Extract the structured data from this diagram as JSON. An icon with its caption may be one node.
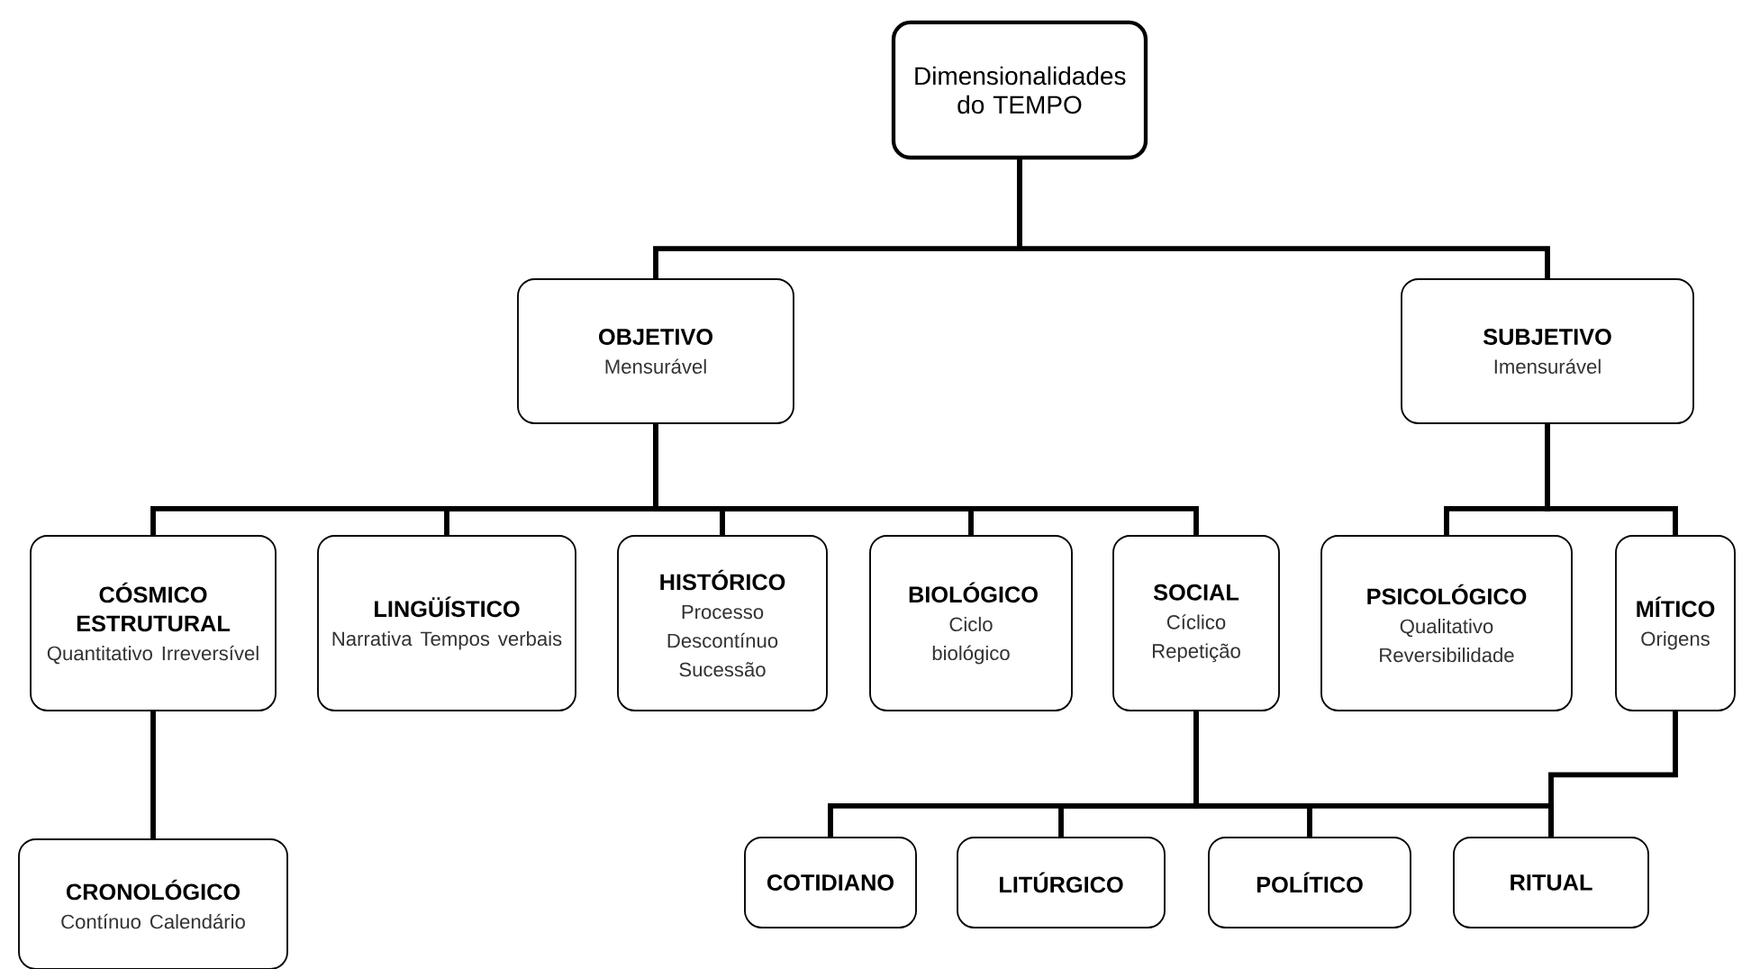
{
  "diagram": {
    "nodes": [
      {
        "text": [
          "Dimensionalidades do TEMPO"
        ]
      },
      {
        "text": [
          "OBJETIVO",
          "Mensurável"
        ]
      },
      {
        "text": [
          "SUBJETIVO",
          "Imensurável"
        ]
      },
      {
        "text": [
          "CÓSMICO ESTRUTURAL",
          "Quantitativo Irreversível"
        ]
      },
      {
        "text": [
          "LINGÜÍSTICO",
          "Narrativa Tempos verbais"
        ]
      },
      {
        "text": [
          "HISTÓRICO",
          "Processo Descontínuo Sucessão"
        ]
      },
      {
        "text": [
          "BIOLÓGICO",
          "Ciclo biológico"
        ]
      },
      {
        "text": [
          "SOCIAL",
          "Cíclico Repetição"
        ]
      },
      {
        "text": [
          "PSICOLÓGICO",
          "Qualitativo Reversibilidade"
        ]
      },
      {
        "text": [
          "MÍTICO",
          "Origens"
        ]
      },
      {
        "text": [
          "CRONOLÓGICO",
          "Contínuo Calendário"
        ]
      },
      {
        "text": [
          "COTIDIANO"
        ]
      },
      {
        "text": [
          "LITÚRGICO"
        ]
      },
      {
        "text": [
          "POLÍTICO"
        ]
      },
      {
        "text": [
          "RITUAL"
        ]
      }
    ],
    "edges": [
      {
        "from": 0,
        "to": 1,
        "arrow": "none"
      },
      {
        "from": 0,
        "to": 2,
        "arrow": "none"
      },
      {
        "from": 1,
        "to": 3,
        "arrow": "none"
      },
      {
        "from": 1,
        "to": 4,
        "arrow": "none"
      },
      {
        "from": 1,
        "to": 5,
        "arrow": "none"
      },
      {
        "from": 1,
        "to": 6,
        "arrow": "none"
      },
      {
        "from": 1,
        "to": 7,
        "arrow": "none"
      },
      {
        "from": 2,
        "to": 8,
        "arrow": "none"
      },
      {
        "from": 2,
        "to": 9,
        "arrow": "none"
      },
      {
        "from": 3,
        "to": 10,
        "arrow": "none"
      },
      {
        "from": 7,
        "to": 11,
        "arrow": "none"
      },
      {
        "from": 7,
        "to": 12,
        "arrow": "none"
      },
      {
        "from": 7,
        "to": 13,
        "arrow": "none"
      },
      {
        "from": 7,
        "to": 14,
        "arrow": "none"
      },
      {
        "from": 9,
        "to": 14,
        "arrow": "none"
      }
    ]
  }
}
